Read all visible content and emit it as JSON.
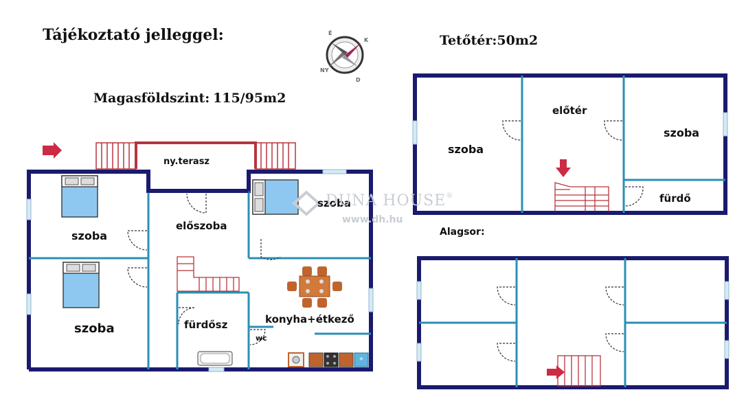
{
  "header": {
    "title": "Tájékoztató jelleggel:",
    "ground_floor": "Magasföldszint:",
    "ground_area": "115/95m2",
    "attic": "Tetőtér:50m2",
    "basement": "Alagsor:"
  },
  "ground_rooms": {
    "terrace": "ny.terasz",
    "room_top_left": "szoba",
    "room_bottom_left": "szoba",
    "hall": "előszoba",
    "room_right": "szoba",
    "bathroom": "fürdősz",
    "wc": "wc",
    "kitchen": "konyha+étkező"
  },
  "attic_rooms": {
    "room_left": "szoba",
    "hall": "előtér",
    "room_right": "szoba",
    "bathroom": "fürdő"
  },
  "watermark": {
    "brand": "DUNA HOUSE",
    "registered": "®",
    "url": "www.dh.hu"
  },
  "compass": {
    "north": "É",
    "east": "K",
    "south": "D",
    "west": "NY"
  },
  "colors": {
    "wall": "#1a1a6e",
    "inner_wall": "#2a8fb5",
    "terrace_wall": "#b8343c",
    "entry_arrow": "#cc2b45",
    "bed": "#8ec8f0",
    "table": "#c0642e"
  }
}
